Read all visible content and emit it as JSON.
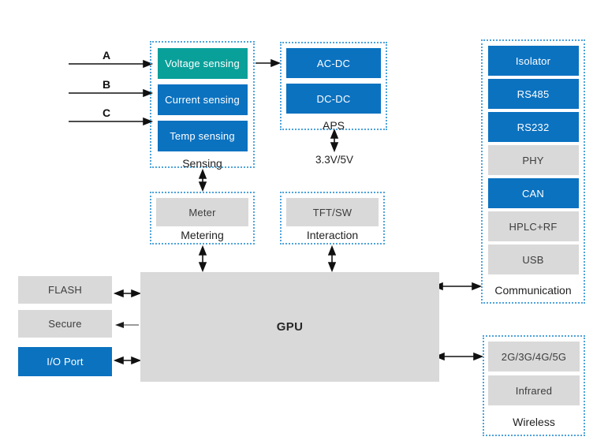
{
  "colors": {
    "blue": "#0b72c0",
    "teal": "#0aa09a",
    "gray": "#d9d9d9",
    "dotted_border": "#4fa3da"
  },
  "inputs": {
    "a": "A",
    "b": "B",
    "c": "C"
  },
  "groups": {
    "sensing": {
      "label": "Sensing",
      "blocks": [
        "Voltage sensing",
        "Current sensing",
        "Temp sensing"
      ]
    },
    "aps": {
      "label": "APS",
      "blocks": [
        "AC-DC",
        "DC-DC"
      ]
    },
    "metering": {
      "label": "Metering",
      "blocks": [
        "Meter"
      ]
    },
    "interaction": {
      "label": "Interaction",
      "blocks": [
        "TFT/SW"
      ]
    },
    "communication": {
      "label": "Communication",
      "blocks": [
        "Isolator",
        "RS485",
        "RS232",
        "PHY",
        "CAN",
        "HPLC+RF",
        "USB"
      ]
    },
    "wireless": {
      "label": "Wireless",
      "blocks": [
        "2G/3G/4G/5G",
        "Infrared"
      ]
    }
  },
  "power_rail_label": "3.3V/5V",
  "processor": {
    "label": "GPU"
  },
  "peripherals": {
    "blocks": [
      "FLASH",
      "Secure",
      "I/O Port"
    ]
  }
}
